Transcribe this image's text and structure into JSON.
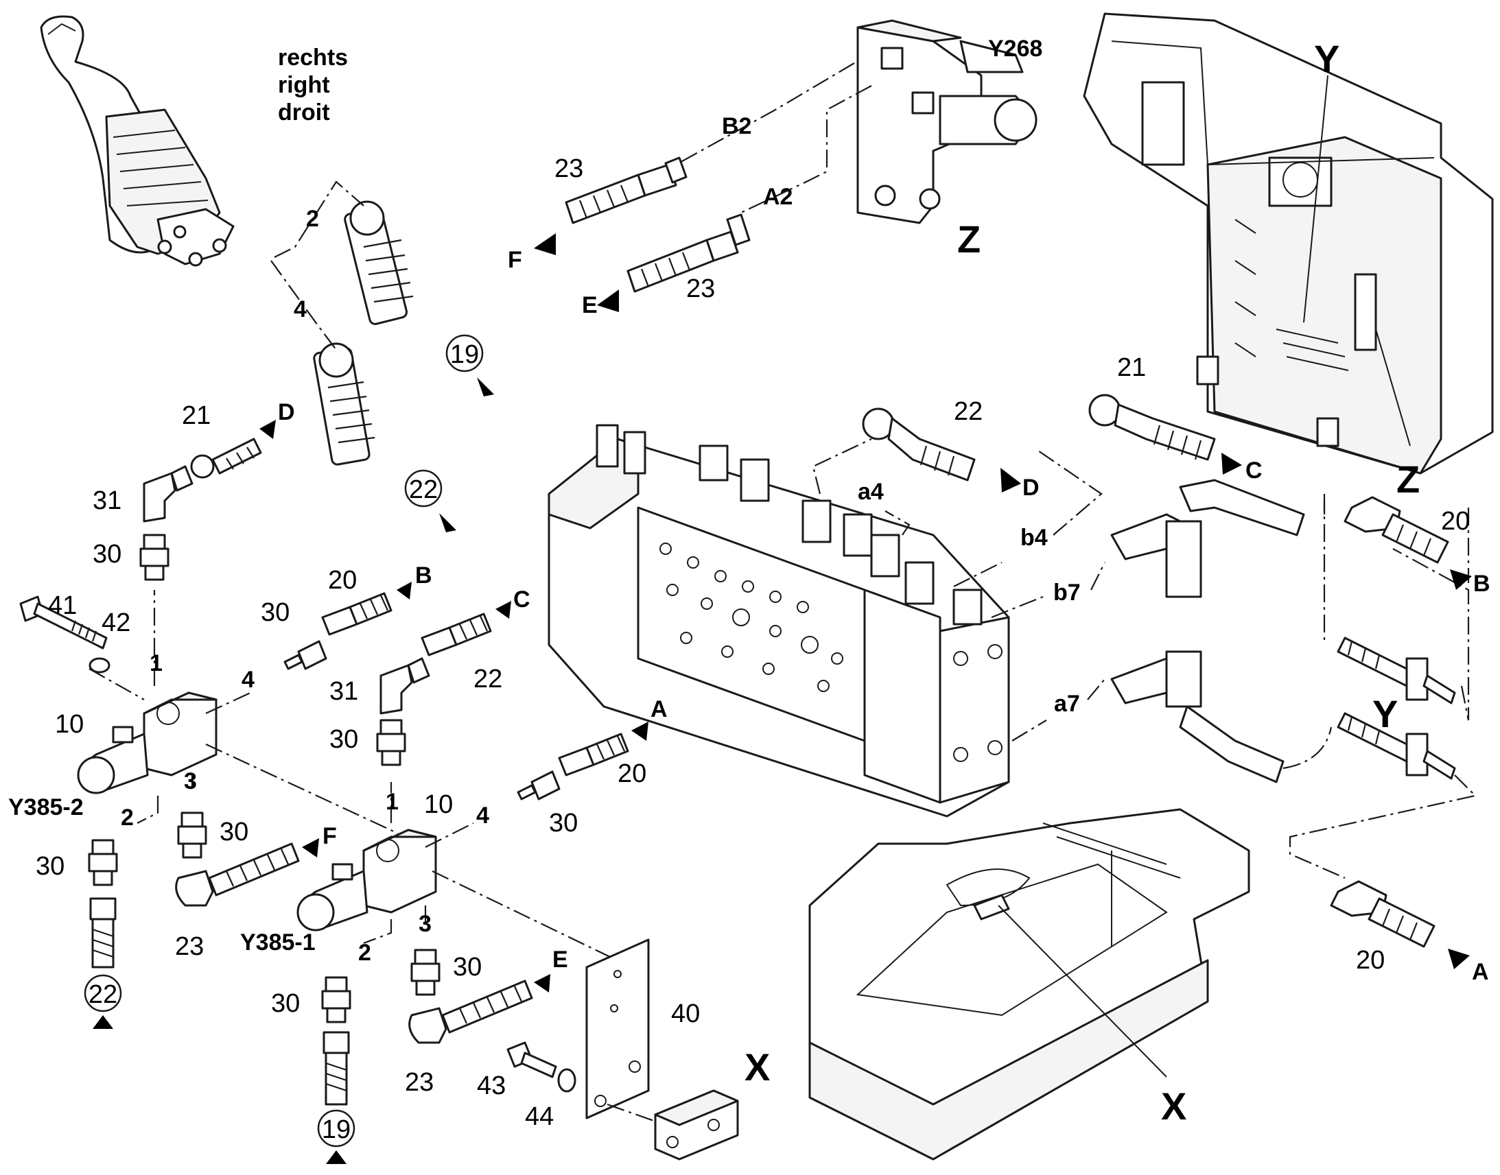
{
  "callouts": {
    "n1a": "1",
    "n1b": "1",
    "n2a": "2",
    "n2b": "2",
    "n2c": "2",
    "n3a": "3",
    "n3b": "3",
    "n4a": "4",
    "n4b": "4",
    "n4c": "4",
    "n4d": "4",
    "n10a": "10",
    "n10b": "10",
    "n19a": "19",
    "n19b": "19",
    "n20a": "20",
    "n20b": "20",
    "n20c": "20",
    "n20d": "20",
    "n21a": "21",
    "n21b": "21",
    "n22a": "22",
    "n22b": "22",
    "n22c": "22",
    "n22d": "22",
    "n23a": "23",
    "n23b": "23",
    "n23c": "23",
    "n23d": "23",
    "n30a": "30",
    "n30b": "30",
    "n30c": "30",
    "n30d": "30",
    "n30e": "30",
    "n30f": "30",
    "n30g": "30",
    "n30h": "30",
    "n31a": "31",
    "n31b": "31",
    "n40": "40",
    "n41": "41",
    "n42": "42",
    "n43": "43",
    "n44": "44"
  },
  "connections": {
    "A1": "A",
    "A2": "A",
    "B1": "B",
    "B2": "B",
    "C1": "C",
    "C2": "C",
    "D1": "D",
    "D2": "D",
    "E1": "E",
    "E2": "E",
    "F1": "F",
    "F2": "F"
  },
  "ports": {
    "a4": "a4",
    "b4": "b4",
    "b7": "b7",
    "a7": "a7",
    "A2": "A2",
    "B2": "B2"
  },
  "components": {
    "y268": "Y268",
    "y385_1": "Y385-1",
    "y385_2": "Y385-2"
  },
  "views": {
    "x_detail": "X",
    "x_frame": "X",
    "y_detail": "Y",
    "y_frame": "Y",
    "z_detail": "Z",
    "z_frame": "Z"
  },
  "side_note": {
    "line1": "rechts",
    "line2": "right",
    "line3": "droit"
  },
  "colors": {
    "line": "#1a1a1a",
    "background": "#ffffff"
  }
}
